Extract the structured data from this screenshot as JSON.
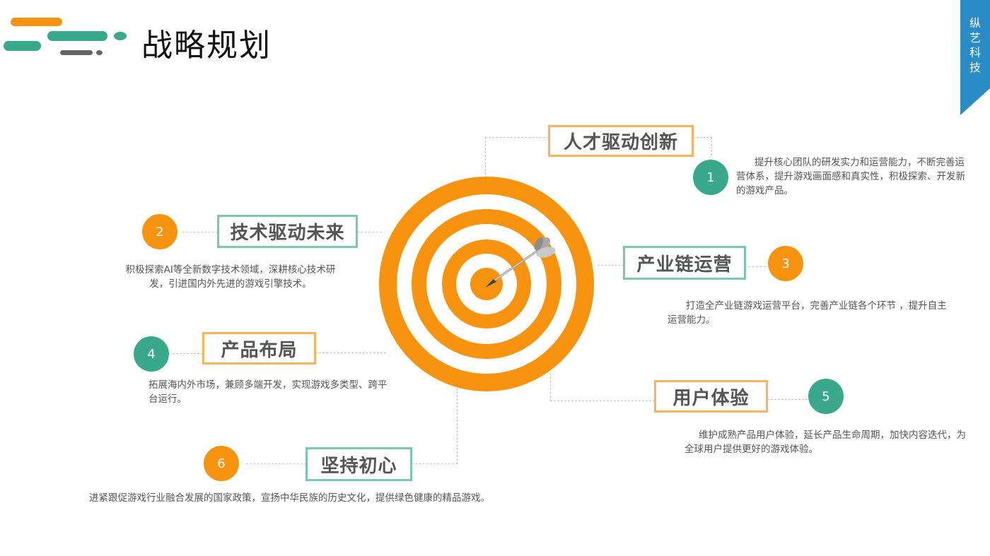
{
  "header": {
    "title": "战略规划",
    "logo_colors": {
      "orange": "#f7930f",
      "teal": "#3aa98b",
      "gray": "#666666"
    }
  },
  "brand_tab": {
    "text": "纵艺科技",
    "chars": [
      "纵",
      "艺",
      "科",
      "技"
    ],
    "color": "#2a8cc4"
  },
  "center_graphic": {
    "icon": "target-dart-icon",
    "ring_color": "#f7930f"
  },
  "items": [
    {
      "number": "1",
      "title": "人才驱动创新",
      "description": "提升核心团队的研发实力和运营能力，不断完善运营体系，提升游戏画面感和真实性，积极探索、开发新的游戏产品。",
      "number_color": "#3aa98b",
      "box_color": "#f6b55a"
    },
    {
      "number": "2",
      "title": "技术驱动未来",
      "description": "积极探索AI等全新数字技术领域，深耕核心技术研发，引进国内外先进的游戏引擎技术。",
      "number_color": "#f7930f",
      "box_color": "#7cc7b1"
    },
    {
      "number": "3",
      "title": "产业链运营",
      "description": "打造全产业链游戏运营平台，完善产业链各个环节 ，提升自主运营能力。",
      "number_color": "#f7930f",
      "box_color": "#7cc7b1"
    },
    {
      "number": "4",
      "title": "产品布局",
      "description": "拓展海内外市场，兼顾多端开发，实现游戏多类型、跨平台运行。",
      "number_color": "#3aa98b",
      "box_color": "#f6b55a"
    },
    {
      "number": "5",
      "title": "用户体验",
      "description": "维护成熟产品用户体验，延长产品生命周期，加快内容迭代，为全球用户提供更好的游戏体验。",
      "number_color": "#3aa98b",
      "box_color": "#f6b55a"
    },
    {
      "number": "6",
      "title": "坚持初心",
      "description": "进紧跟促游戏行业融合发展的国家政策，宣扬中华民族的历史文化，提供绿色健康的精品游戏。",
      "number_color": "#f7930f",
      "box_color": "#7cc7b1"
    }
  ]
}
